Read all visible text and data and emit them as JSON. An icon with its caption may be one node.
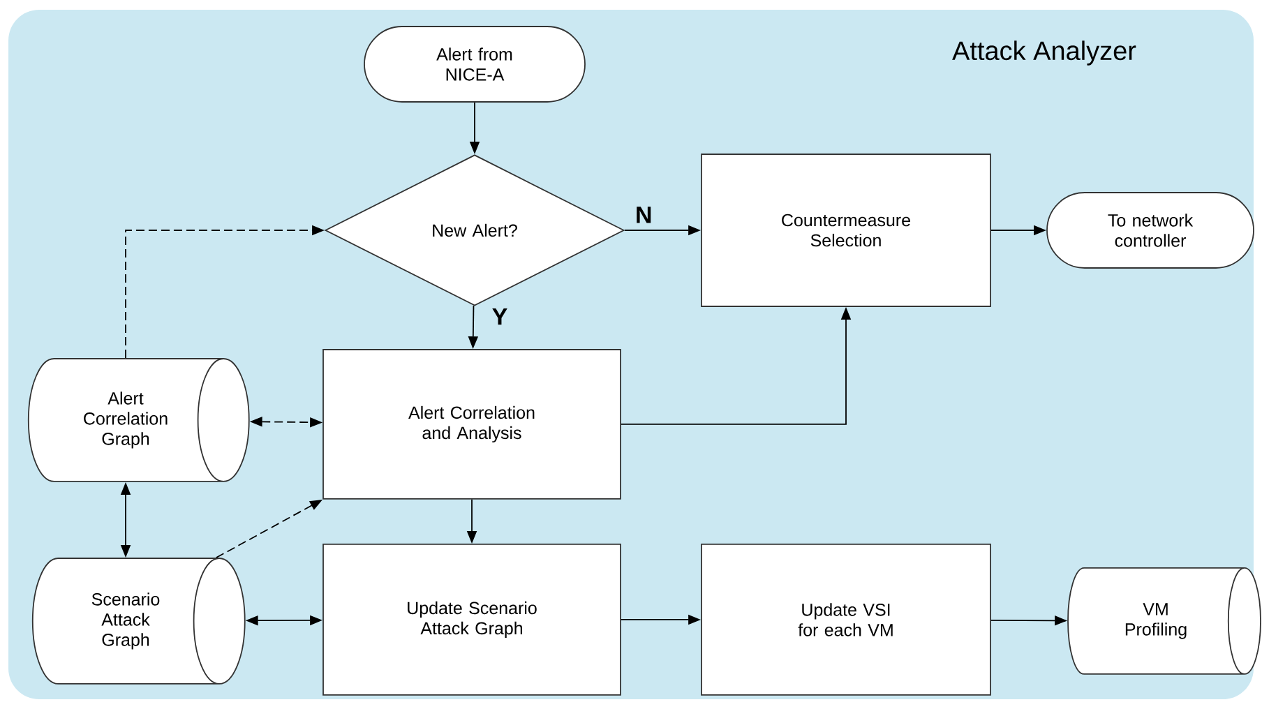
{
  "diagram": {
    "nodes": [
      {
        "text": [
          "Attack Analyzer"
        ]
      },
      {
        "text": [
          "Alert from NICE-A"
        ],
        "in": 0
      },
      {
        "text": [
          "New Alert?"
        ],
        "in": 0
      },
      {
        "text": [
          "Countermeasure Selection"
        ],
        "in": 0
      },
      {
        "text": [
          "To network controller"
        ],
        "in": 0
      },
      {
        "text": [
          "Alert Correlation Graph"
        ],
        "in": 0
      },
      {
        "text": [
          "Alert Correlation and Analysis"
        ],
        "in": 0
      },
      {
        "text": [
          "Scenario Attack Graph"
        ],
        "in": 0
      },
      {
        "text": [
          "Update Scenario Attack Graph"
        ],
        "in": 0
      },
      {
        "text": [
          "Update VSI for each VM"
        ],
        "in": 0
      },
      {
        "text": [
          "VM Profiling"
        ],
        "in": 0
      }
    ],
    "edges": [
      {
        "from": 1,
        "to": 2,
        "arrow": "to"
      },
      {
        "from": 2,
        "to": 3,
        "arrow": "to",
        "label": "N"
      },
      {
        "from": 2,
        "to": 6,
        "arrow": "to",
        "label": "Y"
      },
      {
        "from": 3,
        "to": 4,
        "arrow": "to"
      },
      {
        "from": 5,
        "to": 2,
        "arrow": "to",
        "style": "dashed"
      },
      {
        "from": 6,
        "to": 3,
        "arrow": "to"
      },
      {
        "from": 5,
        "to": 6,
        "arrow": "both",
        "style": "dashed"
      },
      {
        "from": 5,
        "to": 7,
        "arrow": "both"
      },
      {
        "from": 7,
        "to": 6,
        "arrow": "to",
        "style": "dashed"
      },
      {
        "from": 6,
        "to": 8,
        "arrow": "to"
      },
      {
        "from": 7,
        "to": 8,
        "arrow": "both"
      },
      {
        "from": 8,
        "to": 9,
        "arrow": "to"
      },
      {
        "from": 9,
        "to": 10,
        "arrow": "to"
      }
    ]
  }
}
